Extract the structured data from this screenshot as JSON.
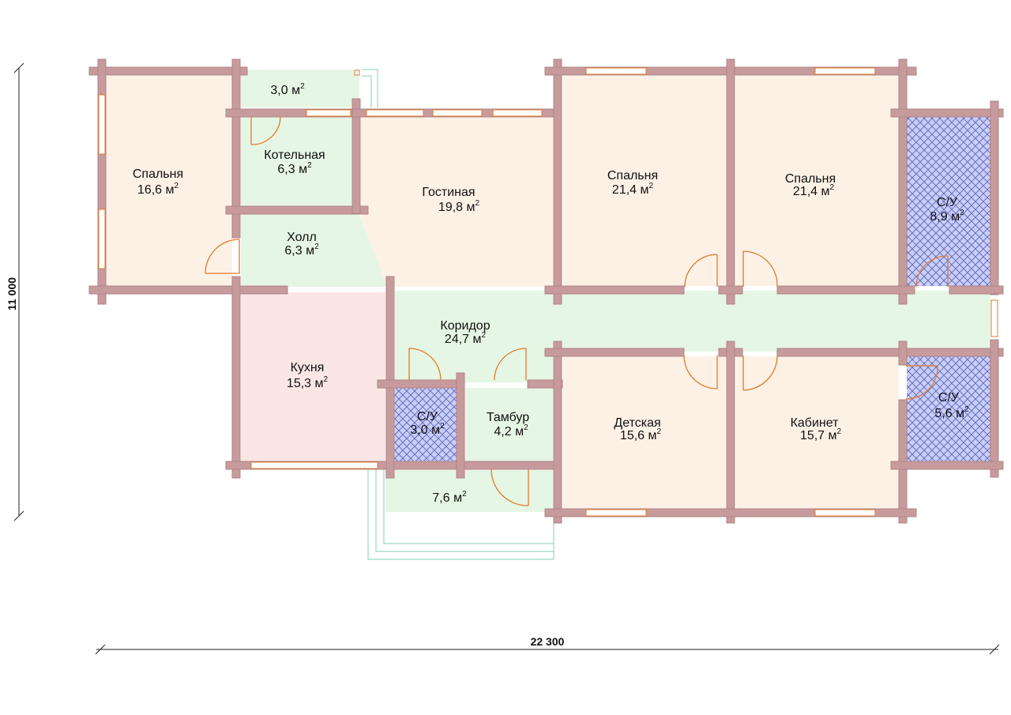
{
  "unit": "м",
  "colors": {
    "wall": "#c79a9c",
    "wall_edge": "#b08587",
    "bedroom_fill": "#fdf1e6",
    "service_fill": "#e6f6e4",
    "kitchen_fill": "#fbe6e6",
    "bath_fill": "#c9cff2",
    "bath_hatch": "#5b63c9",
    "door": "#e07a2a",
    "window": "#e07a2a",
    "terrace_line": "#7fd0b4",
    "dimension": "#222222"
  },
  "rooms": [
    {
      "id": "bedroom-1",
      "name": "Спальня",
      "area": "16,6"
    },
    {
      "id": "boiler",
      "name": "Котельная",
      "area": "6,3"
    },
    {
      "id": "porch-top",
      "name": "",
      "area": "3,0"
    },
    {
      "id": "living",
      "name": "Гостиная",
      "area": "19,8"
    },
    {
      "id": "bedroom-2",
      "name": "Спальня",
      "area": "21,4"
    },
    {
      "id": "bedroom-3",
      "name": "Спальня",
      "area": "21,4"
    },
    {
      "id": "bath-1",
      "name": "С/У",
      "area": "8,9"
    },
    {
      "id": "hall",
      "name": "Холл",
      "area": "6,3"
    },
    {
      "id": "corridor",
      "name": "Коридор",
      "area": "24,7"
    },
    {
      "id": "kitchen",
      "name": "Кухня",
      "area": "15,3"
    },
    {
      "id": "bath-2",
      "name": "С/У",
      "area": "3,0"
    },
    {
      "id": "vestibule",
      "name": "Тамбур",
      "area": "4,2"
    },
    {
      "id": "nursery",
      "name": "Детская",
      "area": "15,6"
    },
    {
      "id": "study",
      "name": "Кабинет",
      "area": "15,7"
    },
    {
      "id": "bath-3",
      "name": "С/У",
      "area": "5,6"
    },
    {
      "id": "porch-bottom",
      "name": "",
      "area": "7,6"
    }
  ],
  "dimensions": {
    "height_label": "11 000",
    "width_label": "22 300"
  }
}
